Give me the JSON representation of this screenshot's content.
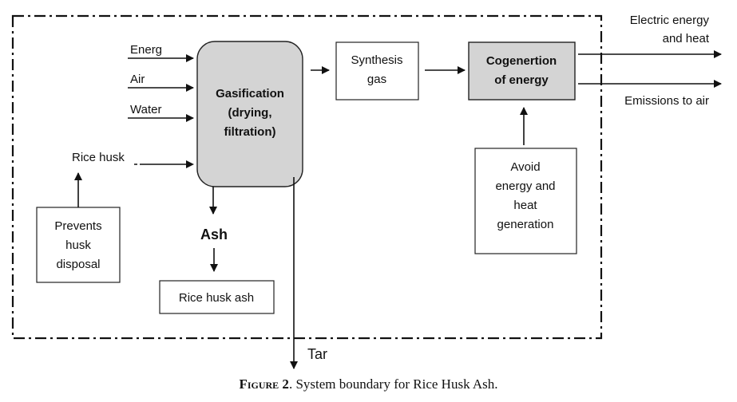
{
  "inputs": {
    "energy": "Energ",
    "air": "Air",
    "water": "Water",
    "rice_husk": "Rice husk"
  },
  "gasification": {
    "line1": "Gasification",
    "line2": "(drying,",
    "line3": "filtration)"
  },
  "synthesis_gas": {
    "line1": "Synthesis",
    "line2": "gas"
  },
  "cogeneration": {
    "line1": "Cogenertion",
    "line2": "of energy"
  },
  "outputs": {
    "electric_line1": "Electric energy",
    "electric_line2": "and heat",
    "emissions": "Emissions to air",
    "ash": "Ash",
    "rice_husk_ash": "Rice husk ash",
    "tar": "Tar"
  },
  "prevents": {
    "line1": "Prevents",
    "line2": "husk",
    "line3": "disposal"
  },
  "avoid": {
    "line1": "Avoid",
    "line2": "energy and",
    "line3": "heat",
    "line4": "generation"
  },
  "caption": {
    "label": "Figure 2",
    "text": ". System boundary for Rice Husk Ash."
  }
}
